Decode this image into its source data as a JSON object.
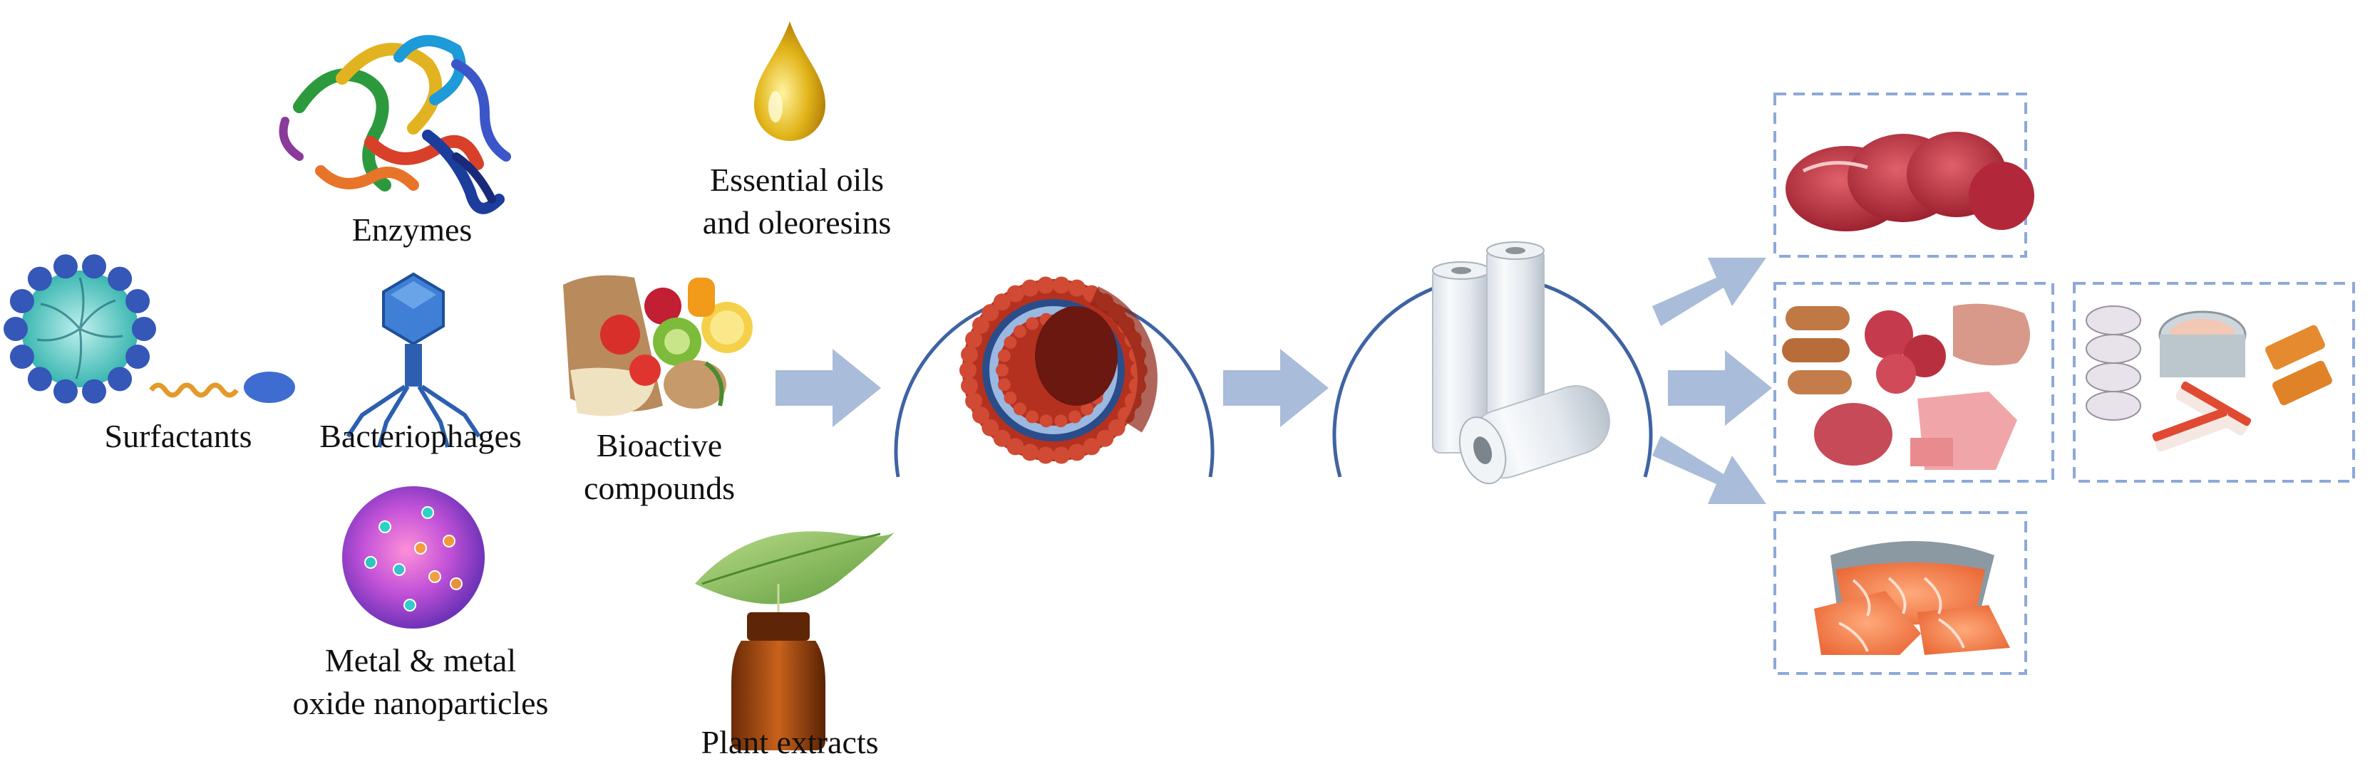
{
  "labels": {
    "surfactants": "Surfactants",
    "enzymes": "Enzymes",
    "bacteriophages": "Bacteriophages",
    "nanoparticles_line1": "Metal & metal",
    "nanoparticles_line2": "oxide nanoparticles",
    "bioactive_line1": "Bioactive",
    "bioactive_line2": "compounds",
    "essential_line1": "Essential oils",
    "essential_line2": "and oleoresins",
    "plant_extracts": "Plant extracts"
  },
  "colors": {
    "arrow": "#a9bcd9",
    "arc": "#3f63a3",
    "dashed_box": "#8ea8d8",
    "liposome_red": "#b5311f",
    "surfactant_blue": "#3457b8",
    "meat_red": "#b8323c",
    "salmon": "#f07a4a"
  },
  "icons": {
    "surfactant": "micelle-icon",
    "enzyme": "protein-structure-icon",
    "bacteriophage": "bacteriophage-icon",
    "nanoparticle": "nanoparticle-sphere-icon",
    "bioactive": "fruit-vegetable-pile-icon",
    "oil": "oil-drop-icon",
    "plant": "leaf-bottle-icon",
    "liposome": "liposome-icon",
    "film": "plastic-film-rolls-icon",
    "meat": "meat-cuts-icon",
    "processed": "processed-meat-icon",
    "seafood_products": "seafood-products-icon",
    "salmon": "salmon-fillet-icon"
  }
}
